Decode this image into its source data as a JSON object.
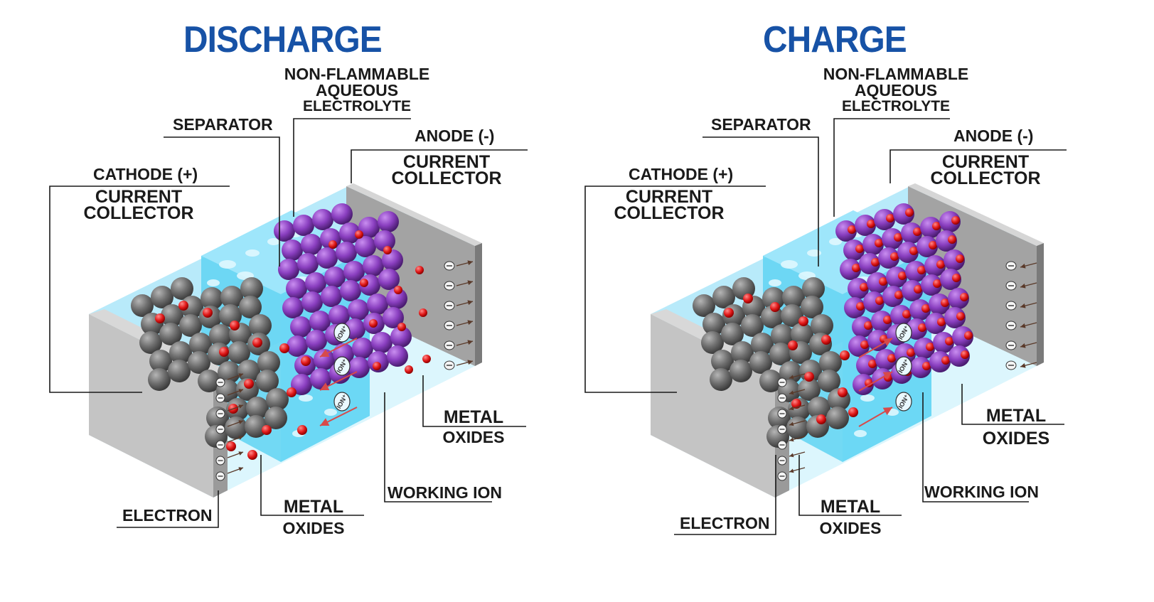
{
  "panels": [
    {
      "mode": "discharge",
      "title": "DISCHARGE",
      "labels": {
        "electrolyte": [
          "NON-FLAMMABLE",
          "AQUEOUS",
          "ELECTROLYTE"
        ],
        "separator": "SEPARATOR",
        "anode": "ANODE (-)",
        "anode_collector": [
          "CURRENT",
          "COLLECTOR"
        ],
        "cathode": "CATHODE (+)",
        "cathode_collector": [
          "CURRENT",
          "COLLECTOR"
        ],
        "metal_oxides_right": [
          "METAL",
          "OXIDES"
        ],
        "working_ion": "WORKING ION",
        "electron": "ELECTRON",
        "metal_oxides_left": [
          "METAL",
          "OXIDES"
        ]
      },
      "ion_label": "ION⁺",
      "electron_symbol": "⊖"
    },
    {
      "mode": "charge",
      "title": "CHARGE",
      "labels": {
        "electrolyte": [
          "NON-FLAMMABLE",
          "AQUEOUS",
          "ELECTROLYTE"
        ],
        "separator": "SEPARATOR",
        "anode": "ANODE (-)",
        "anode_collector": [
          "CURRENT",
          "COLLECTOR"
        ],
        "cathode": "CATHODE (+)",
        "cathode_collector": [
          "CURRENT",
          "COLLECTOR"
        ],
        "metal_oxides_right": [
          "METAL",
          "OXIDES"
        ],
        "working_ion": "WORKING ION",
        "electron": "ELECTRON",
        "metal_oxides_left": [
          "METAL",
          "OXIDES"
        ]
      },
      "ion_label": "ION⁺",
      "electron_symbol": "⊖"
    }
  ],
  "colors": {
    "title": "#1752a6",
    "electrolyte": "#5fd3f2",
    "cathode_sphere": "#6e6e6e",
    "anode_sphere": "#8a3fc0",
    "ion_dot": "#e01818",
    "collector": "#b9b9b9",
    "arrow": "#d84a4a"
  }
}
